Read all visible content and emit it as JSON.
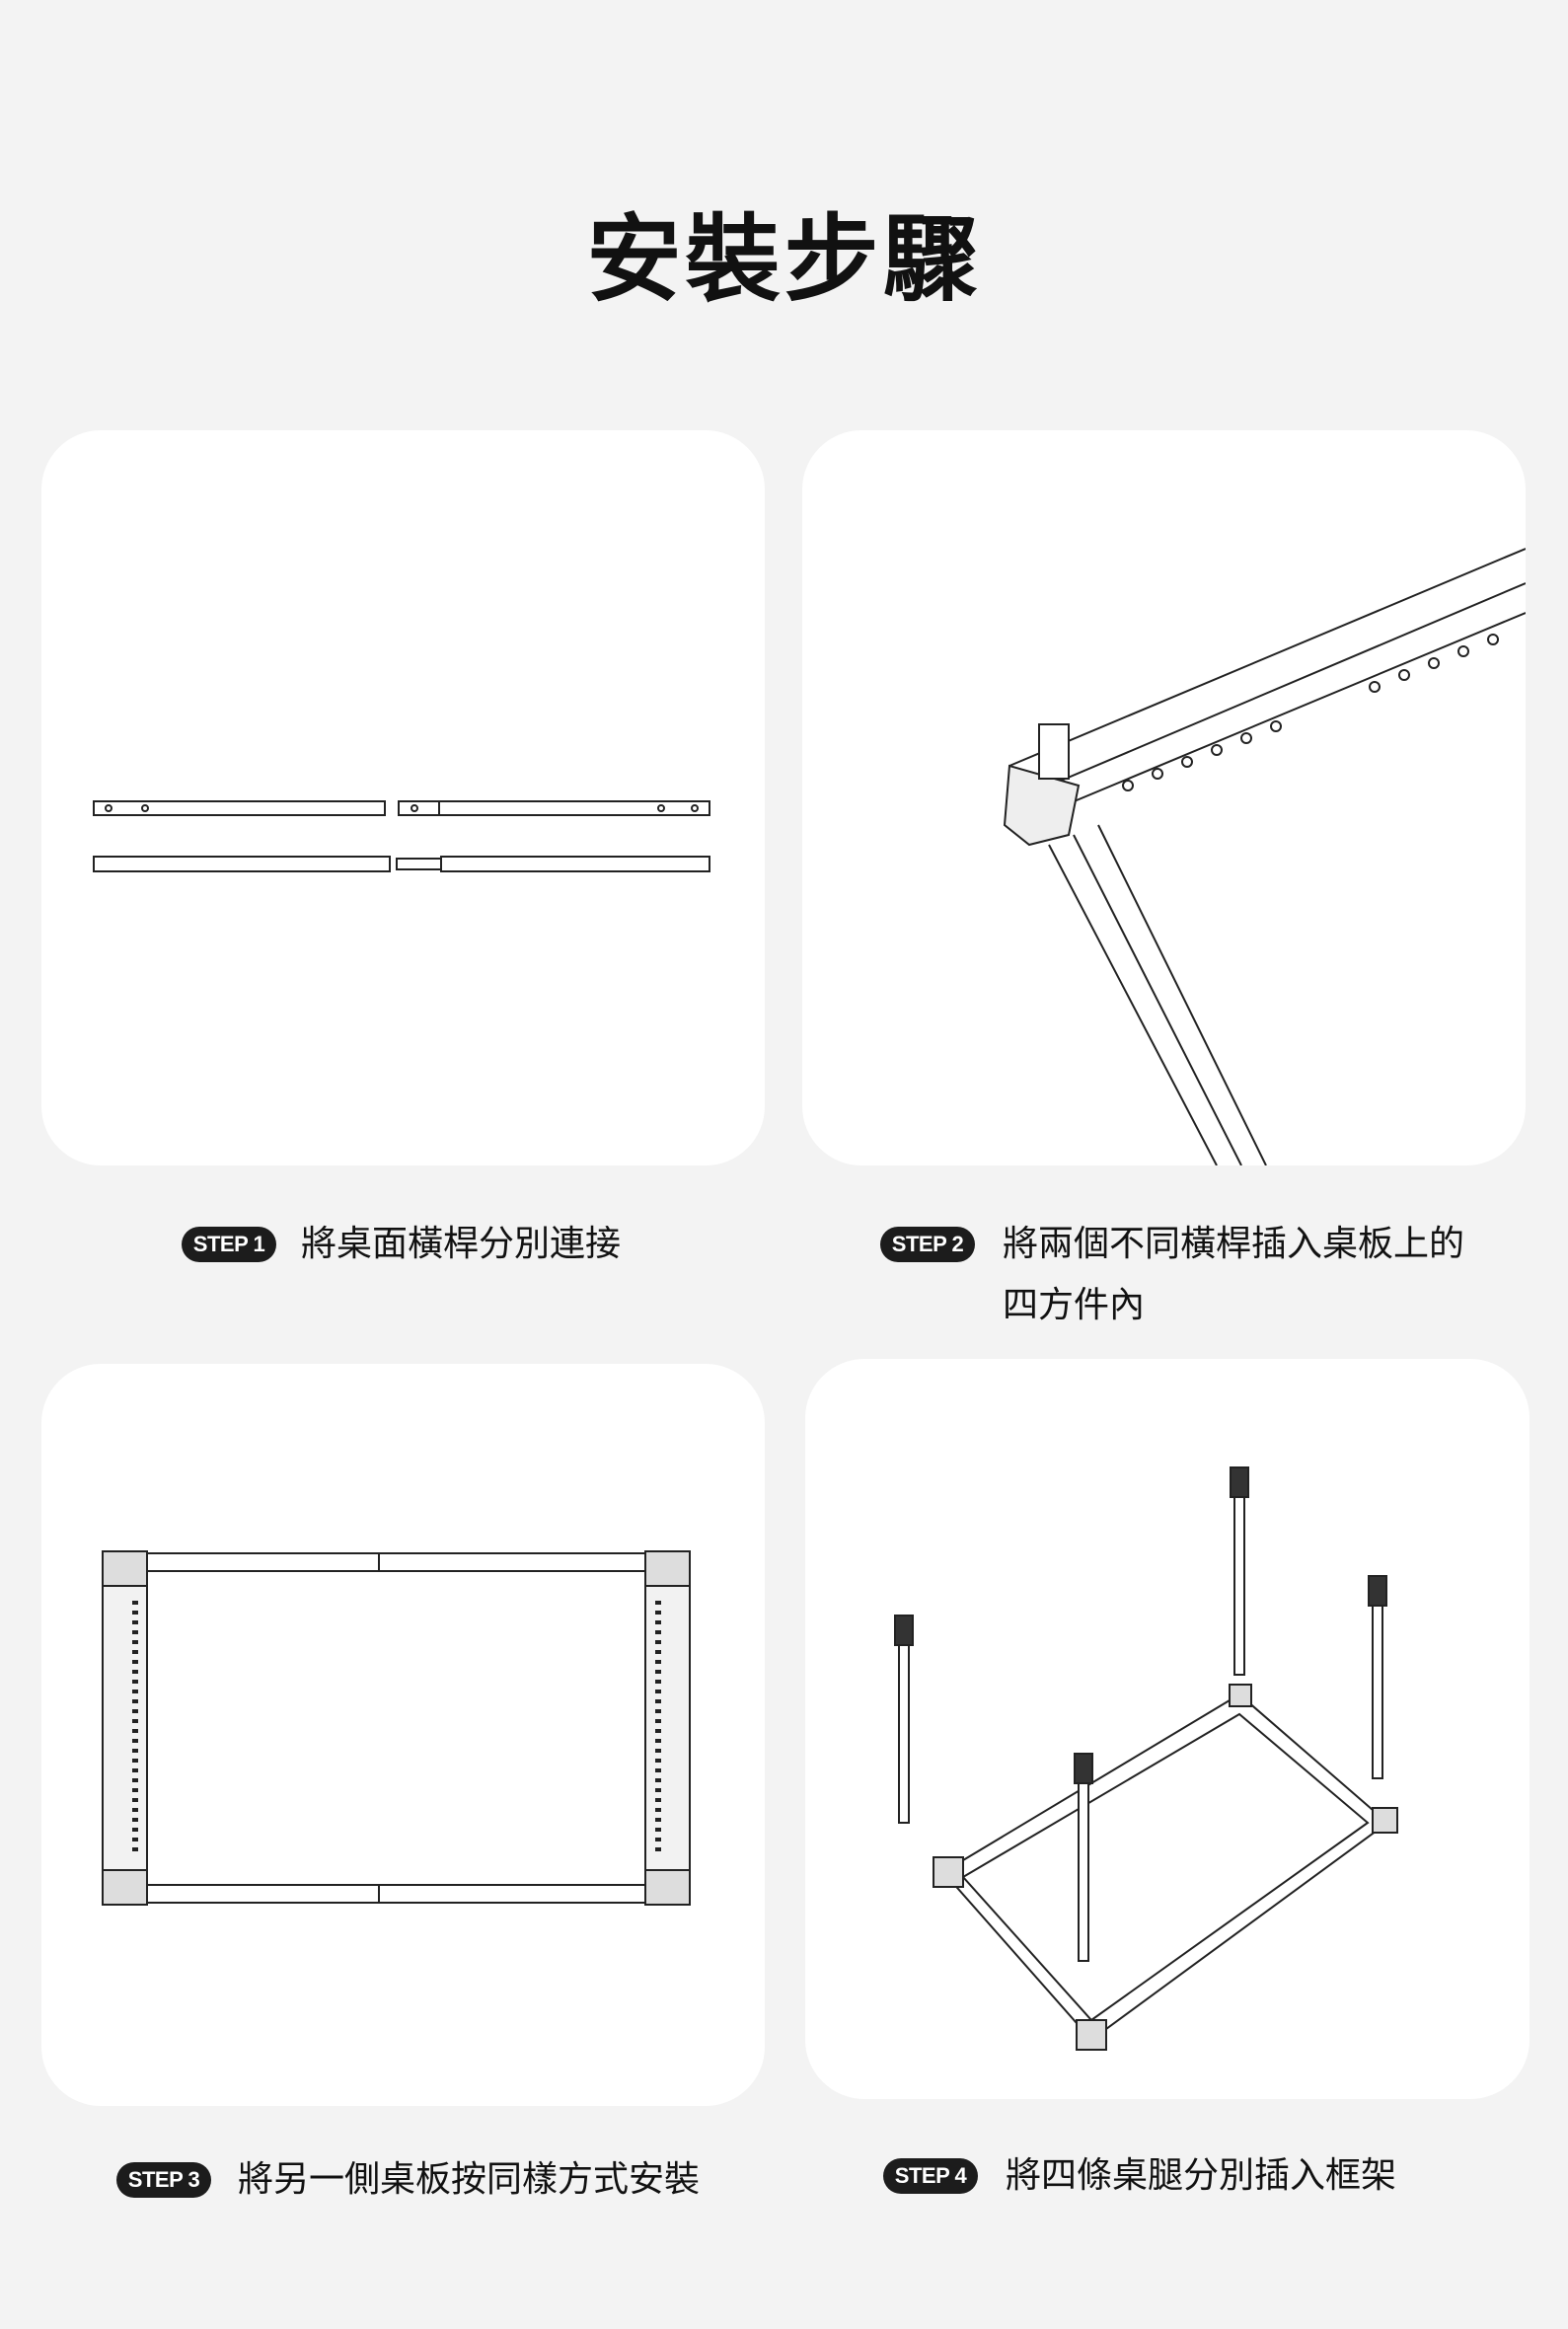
{
  "title": "安裝步驟",
  "steps": [
    {
      "badge": "STEP 1",
      "text": "將桌面橫桿分別連接"
    },
    {
      "badge": "STEP 2",
      "text_line1": "將兩個不同橫桿插入桌板上的",
      "text_line2": "四方件內"
    },
    {
      "badge": "STEP 3",
      "text": "將另一側桌板按同樣方式安裝"
    },
    {
      "badge": "STEP 4",
      "text": "將四條桌腿分別插入框架"
    }
  ]
}
